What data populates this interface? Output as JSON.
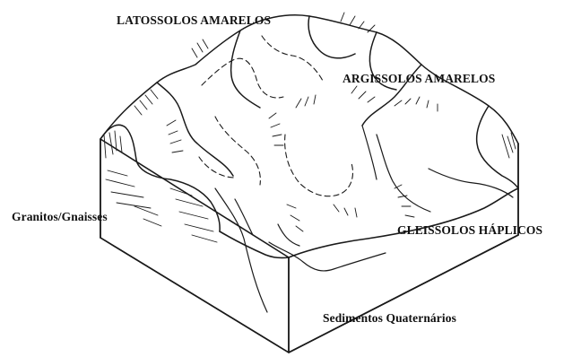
{
  "labels": {
    "latossolos": "LATOSSOLOS AMARELOS",
    "argissolos": "ARGISSOLOS AMARELOS",
    "granitos": "Granitos/Gnaisses",
    "gleissolos": "GLEISSOLOS HÁPLICOS",
    "sedimentos": "Sedimentos Quaternários"
  }
}
